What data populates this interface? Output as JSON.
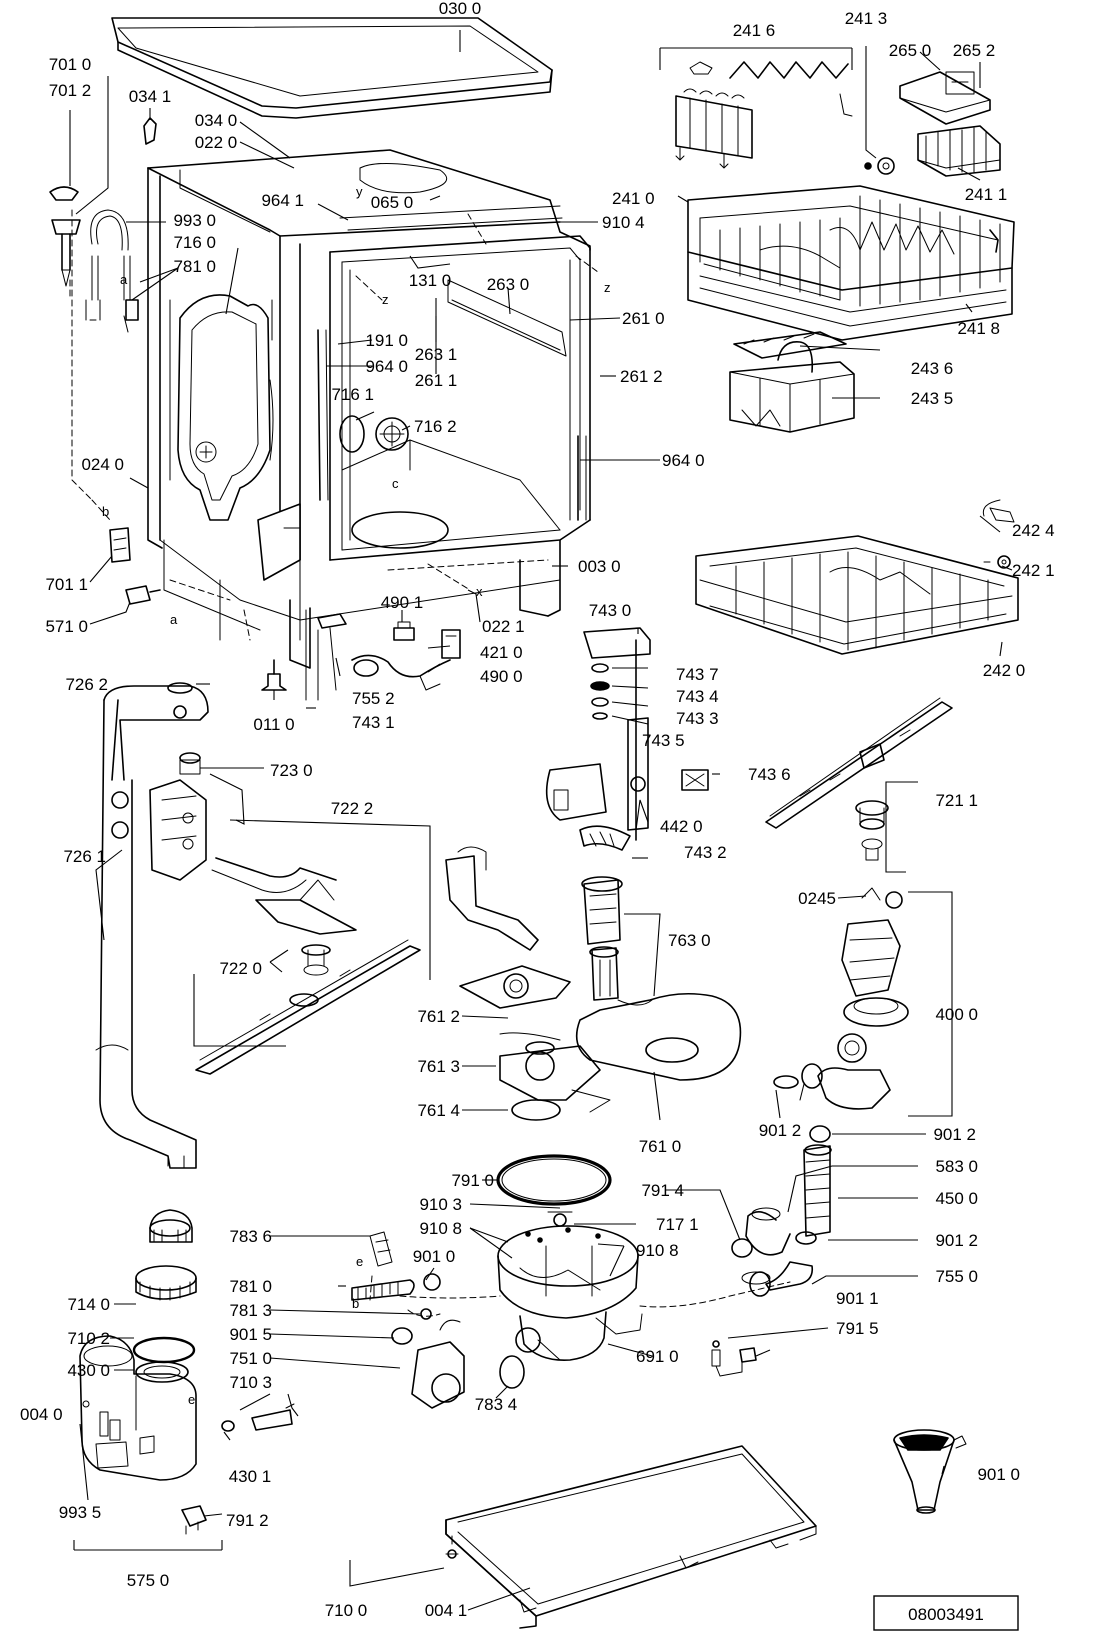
{
  "doc_number": "08003491",
  "callout_labels": [
    "030 0",
    "701 0",
    "701 2",
    "034 1",
    "034 0",
    "022 0",
    "993 0",
    "716 0",
    "781 0",
    "964 1",
    "065 0",
    "910 4",
    "241 6",
    "241 3",
    "265 2",
    "265 0",
    "241 1",
    "241 0",
    "241 8",
    "131 0",
    "263 0",
    "261 0",
    "191 0",
    "263 1",
    "964 0",
    "261 1",
    "261 2",
    "243 6",
    "243 5",
    "716 1",
    "716 2",
    "964 0",
    "024 0",
    "003 0",
    "242 4",
    "242 1",
    "242 0",
    "701 1",
    "571 0",
    "490 1",
    "421 0",
    "490 0",
    "022 1",
    "743 0",
    "743 7",
    "743 4",
    "743 3",
    "743 5",
    "755 2",
    "743 1",
    "011 0",
    "726 2",
    "723 0",
    "722 2",
    "743 6",
    "442 0",
    "743 2",
    "721 1",
    "726 1",
    "0245",
    "722 0",
    "763 0",
    "761 2",
    "400 0",
    "761 3",
    "761 4",
    "761 0",
    "901 2",
    "901 2",
    "791 0",
    "791 4",
    "583 0",
    "450 0",
    "910 3",
    "717 1",
    "910 8",
    "910 8",
    "901 2",
    "783 6",
    "901 0",
    "755 0",
    "781 0",
    "901 1",
    "714 0",
    "781 3",
    "791 5",
    "710 2",
    "901 5",
    "691 0",
    "751 0",
    "430 0",
    "710 3",
    "783 4",
    "430 1",
    "901 0",
    "993 5",
    "791 2",
    "575 0",
    "710 0",
    "004 1",
    "004 0"
  ],
  "letter_marks": [
    "z",
    "z",
    "x",
    "c",
    "b",
    "a",
    "a",
    "b",
    "e",
    "e",
    "y"
  ]
}
